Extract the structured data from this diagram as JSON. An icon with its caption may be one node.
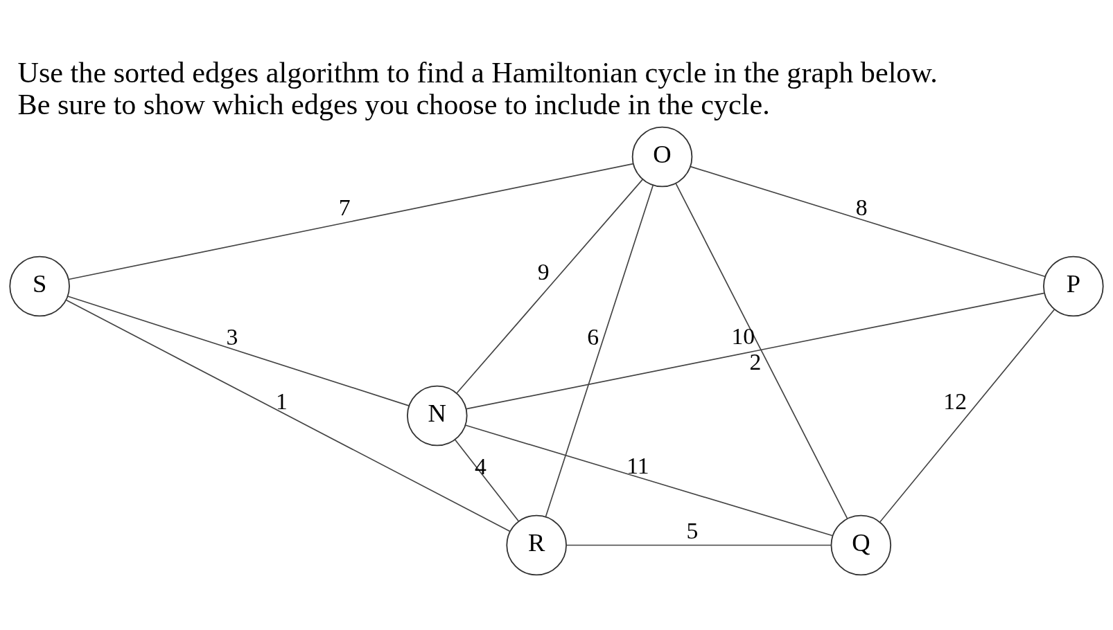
{
  "diagram": {
    "title": "Use the sorted edges algorithm to find a Hamiltonian cycle in the graph below. Be sure to show which edges you choose to include in the cycle.",
    "nodes": [
      {
        "text": [
          "O"
        ]
      },
      {
        "text": [
          "S"
        ]
      },
      {
        "text": [
          "P"
        ]
      },
      {
        "text": [
          "N"
        ]
      },
      {
        "text": [
          "R"
        ]
      },
      {
        "text": [
          "Q"
        ]
      }
    ],
    "edges": [
      {
        "from": 1,
        "to": 0,
        "arrow": "none",
        "label": "7"
      },
      {
        "from": 0,
        "to": 4,
        "arrow": "none",
        "label": "6"
      },
      {
        "from": 0,
        "to": 3,
        "arrow": "none",
        "label": "9"
      },
      {
        "from": 0,
        "to": 5,
        "arrow": "none",
        "label": "2"
      },
      {
        "from": 0,
        "to": 2,
        "arrow": "none",
        "label": "8"
      },
      {
        "from": 1,
        "to": 3,
        "arrow": "none",
        "label": "3"
      },
      {
        "from": 3,
        "to": 2,
        "arrow": "none",
        "label": "10"
      },
      {
        "from": 1,
        "to": 4,
        "arrow": "none",
        "label": "1"
      },
      {
        "from": 4,
        "to": 3,
        "arrow": "none",
        "label": "4"
      },
      {
        "from": 3,
        "to": 5,
        "arrow": "none",
        "label": "11"
      },
      {
        "from": 2,
        "to": 5,
        "arrow": "none",
        "label": "12"
      },
      {
        "from": 4,
        "to": 5,
        "arrow": "none",
        "label": "5"
      }
    ]
  }
}
